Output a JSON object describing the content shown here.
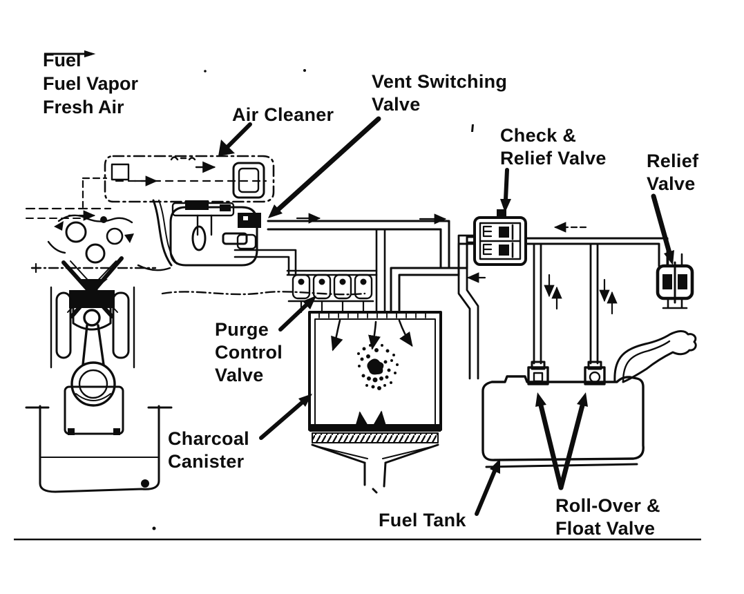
{
  "page": {
    "background": "#ffffff",
    "ink": "#0d0d0d",
    "description": "Fuel evaporation control system diagram"
  },
  "legend": {
    "items": [
      {
        "id": "fuel",
        "label": "Fuel",
        "line_style": "dash-dot"
      },
      {
        "id": "fuel-vapor",
        "label": "Fuel Vapor",
        "line_style": "solid"
      },
      {
        "id": "fresh-air",
        "label": "Fresh Air",
        "line_style": "dashed"
      }
    ]
  },
  "labels": {
    "air_cleaner": {
      "lines": [
        "Air Cleaner"
      ]
    },
    "vent_switching_valve": {
      "lines": [
        "Vent Switching",
        "Valve"
      ]
    },
    "check_relief_valve": {
      "lines": [
        "Check &",
        "Relief Valve"
      ]
    },
    "relief_valve": {
      "lines": [
        "Relief",
        "Valve"
      ]
    },
    "purge_control_valve": {
      "lines": [
        "Purge",
        "Control",
        "Valve"
      ]
    },
    "charcoal_canister": {
      "lines": [
        "Charcoal",
        "Canister"
      ]
    },
    "fuel_tank": {
      "lines": [
        "Fuel Tank"
      ]
    },
    "rollover_float_valve": {
      "lines": [
        "Roll-Over &",
        "Float Valve"
      ]
    }
  }
}
